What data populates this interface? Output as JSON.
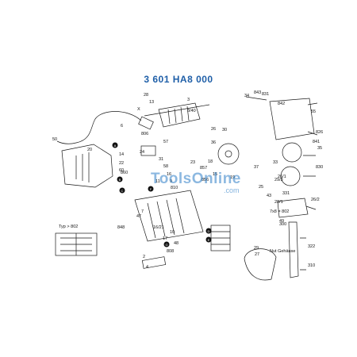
{
  "title": "3 601 HA8 000",
  "watermark": {
    "brand": "ToolsOnline",
    "sub": ".com"
  },
  "colors": {
    "title": "#1f5fa8",
    "ink": "#1a1a1a",
    "watermark": "#2f7fc8",
    "badge": "#111111"
  },
  "part_labels": [
    "28",
    "13",
    "3",
    "3/40",
    "X",
    "6",
    "26",
    "806",
    "57",
    "24",
    "36",
    "30",
    "20",
    "50",
    "14",
    "22",
    "23",
    "18",
    "15",
    "19",
    "37",
    "857",
    "810",
    "60",
    "860",
    "58",
    "16",
    "9",
    "11",
    "31",
    "856",
    "47",
    "848",
    "25",
    "808",
    "55",
    "16/21",
    "10",
    "48",
    "7",
    "17",
    "27",
    "2",
    "4",
    "43",
    "29",
    "331",
    "29/3",
    "49",
    "300",
    "830",
    "35",
    "33",
    "26/1",
    "26/2",
    "28/1",
    "322",
    "310",
    "841",
    "843",
    "842",
    "831",
    "34",
    "826",
    "7x8 = 802"
  ],
  "badge_labels": [
    "A",
    "B",
    "C",
    "D",
    "E",
    "F",
    "G"
  ],
  "notes": {
    "tx_left": "Typ > 802",
    "right_note": "Nut Gehäuse"
  }
}
